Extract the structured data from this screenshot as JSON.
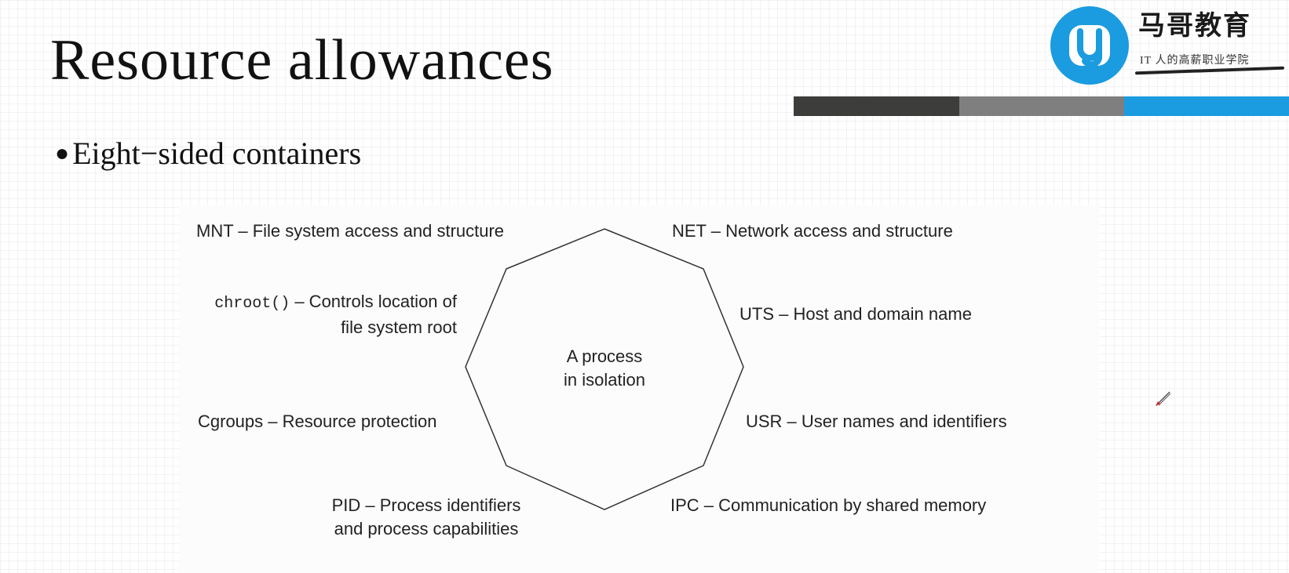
{
  "slide": {
    "title": "Resource allowances",
    "bullet_text": "Eight−sided containers"
  },
  "logo": {
    "name": "马哥教育",
    "slogan": "IT 人的高薪职业学院"
  },
  "colors": {
    "accent_blue": "#1b9be0",
    "bar_dark": "#3d3d3b",
    "bar_gray": "#7f7f7f"
  },
  "diagram": {
    "center_line1": "A process",
    "center_line2": "in isolation",
    "mnt": "MNT – File system access and structure",
    "chroot_code": "chroot()",
    "chroot_line1_rest": " – Controls location of",
    "chroot_line2": "file system root",
    "cgroups": "Cgroups – Resource protection",
    "pid_line1": "PID – Process identifiers",
    "pid_line2": "and process capabilities",
    "net": "NET – Network access and structure",
    "uts": "UTS – Host and domain name",
    "usr": "USR – User names and identifiers",
    "ipc": "IPC – Communication by shared memory"
  },
  "icons": {
    "logo": "logo-mark-icon",
    "pen": "pen-cursor-icon"
  }
}
